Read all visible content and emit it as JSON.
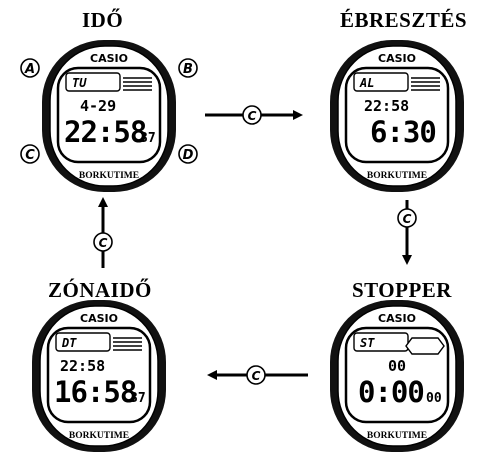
{
  "modes": {
    "time": {
      "title": "IDŐ",
      "brand": "CASIO",
      "sub": "BORKUTIME",
      "tag": "TU",
      "row1": "4-29",
      "main": "22:58",
      "sec": "37"
    },
    "alarm": {
      "title": "ÉBRESZTÉS",
      "brand": "CASIO",
      "sub": "BORKUTIME",
      "tag": "AL",
      "row1": "22:58",
      "main": "6:30"
    },
    "stopwatch": {
      "title": "STOPPER",
      "brand": "CASIO",
      "sub": "BORKUTIME",
      "tag": "ST",
      "row1": "00",
      "main": "0:00",
      "sec": "00"
    },
    "dualtime": {
      "title": "ZÓNAIDŐ",
      "brand": "CASIO",
      "sub": "BORKUTIME",
      "tag": "DT",
      "row1": "22:58",
      "main": "16:58",
      "sec": "37"
    }
  },
  "buttons": {
    "a": "A",
    "b": "B",
    "c": "C",
    "d": "D"
  }
}
